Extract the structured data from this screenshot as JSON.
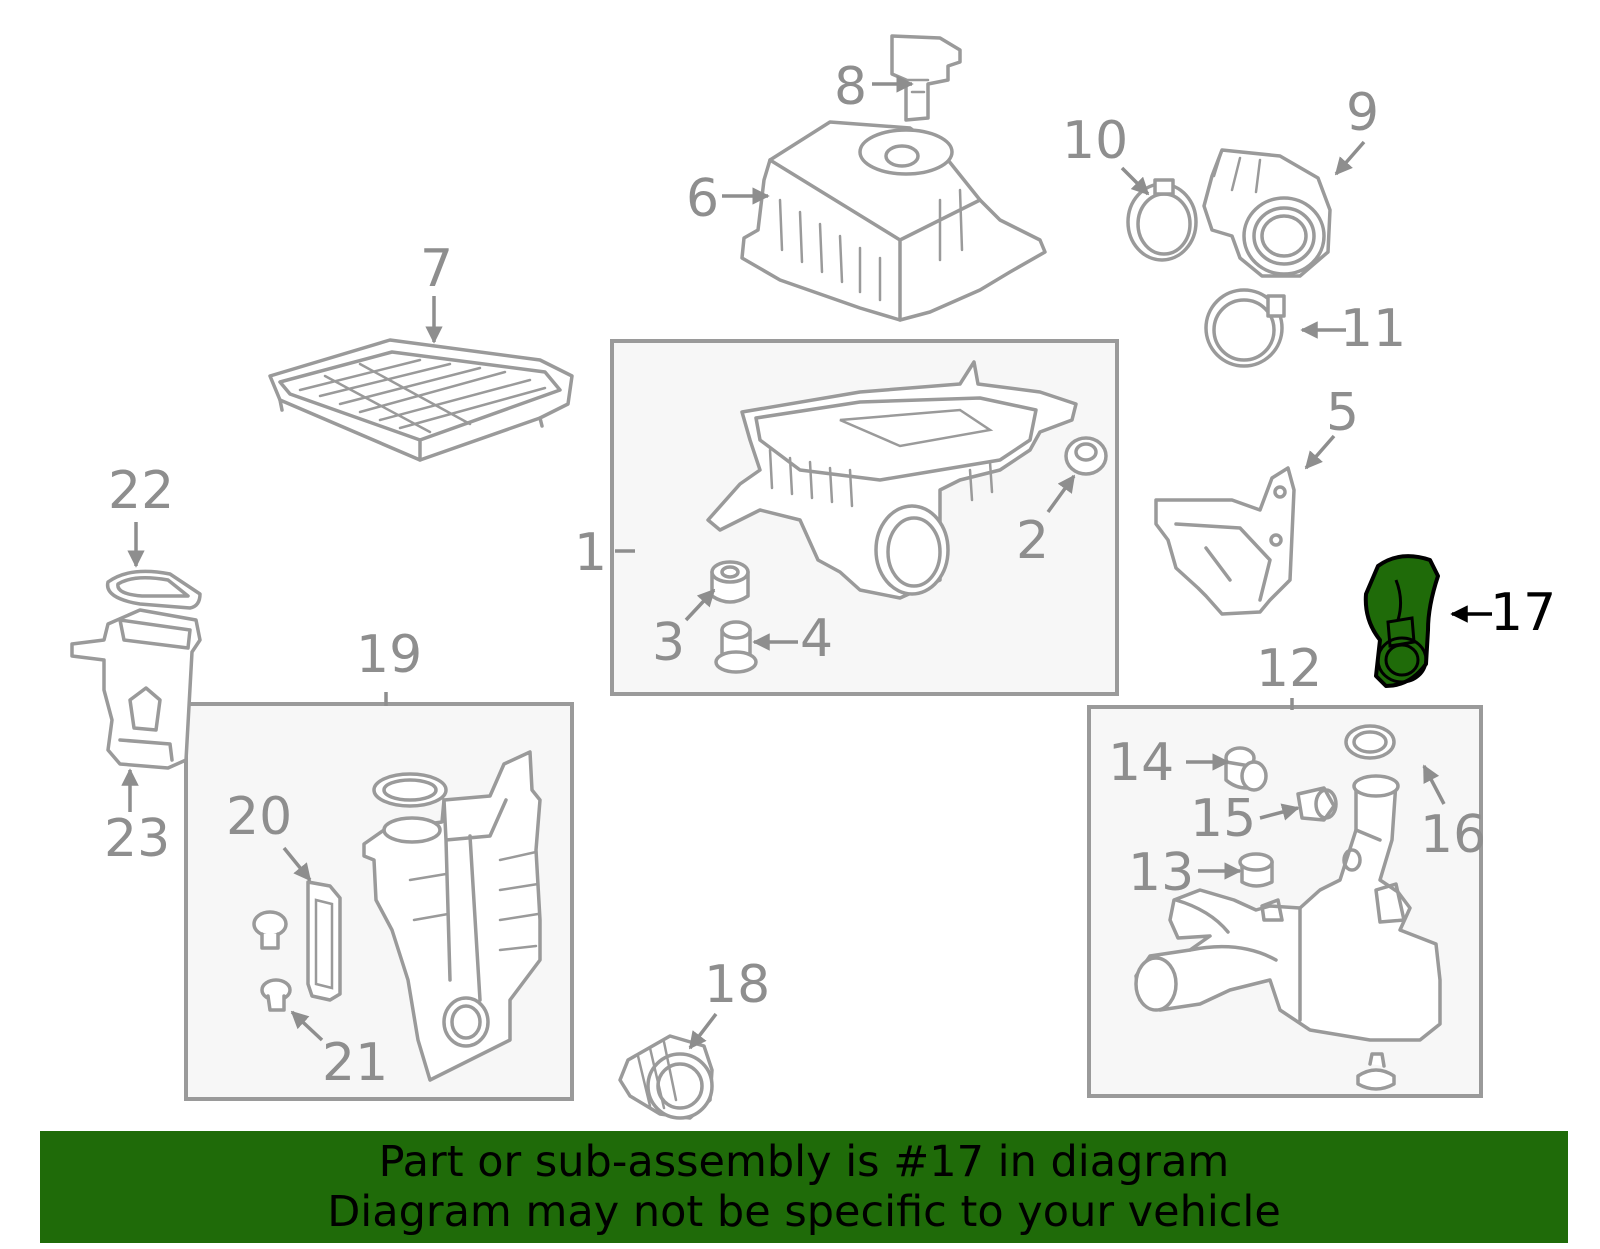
{
  "callouts": {
    "n1": "1",
    "n2": "2",
    "n3": "3",
    "n4": "4",
    "n5": "5",
    "n6": "6",
    "n7": "7",
    "n8": "8",
    "n9": "9",
    "n10": "10",
    "n11": "11",
    "n12": "12",
    "n13": "13",
    "n14": "14",
    "n15": "15",
    "n16": "16",
    "n17": "17",
    "n18": "18",
    "n19": "19",
    "n20": "20",
    "n21": "21",
    "n22": "22",
    "n23": "23"
  },
  "highlighted_part": "17",
  "colors": {
    "banner_bg": "#1f6b09",
    "highlight_fill": "#1f6b09",
    "callout_gray": "#8e8e8e",
    "line_gray": "#9a9a9a",
    "group_box_bg": "#f7f7f7"
  },
  "banner": {
    "line1": "Part or sub-assembly is #17 in diagram",
    "line2": "Diagram may not be specific to your vehicle"
  }
}
